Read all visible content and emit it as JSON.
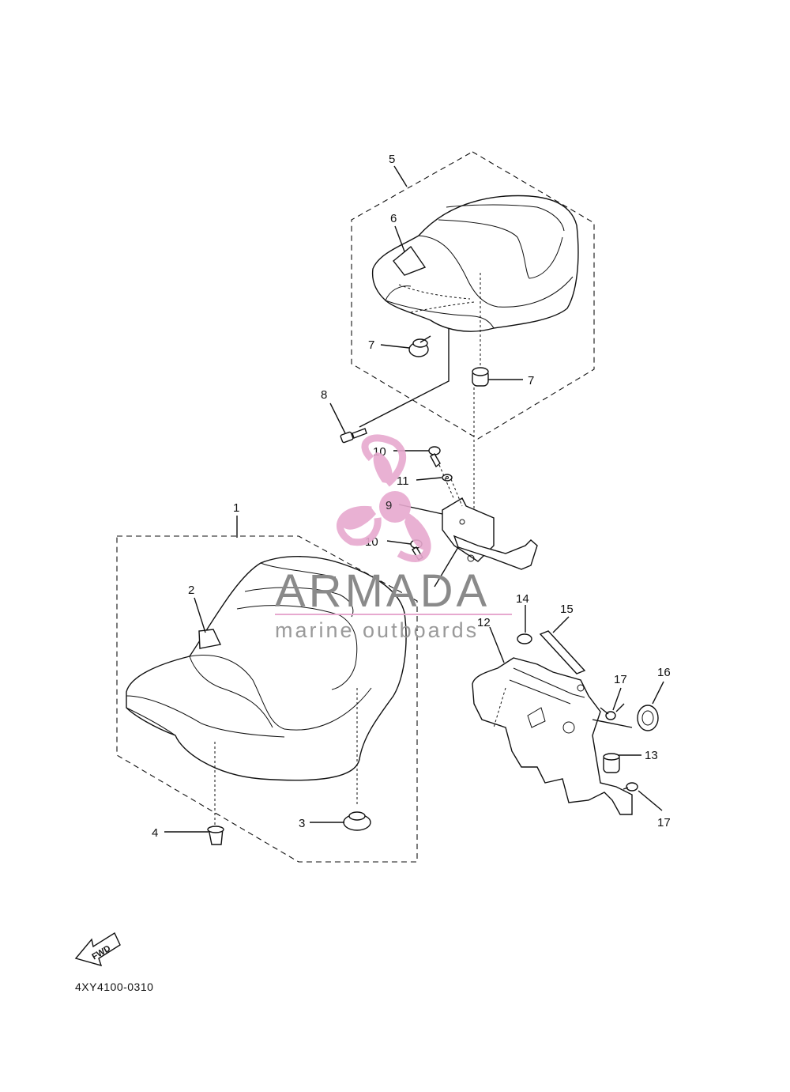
{
  "diagram": {
    "part_code": "4XY4100-0310",
    "fwd_label": "FWD",
    "callouts": {
      "c1": "1",
      "c2": "2",
      "c3": "3",
      "c4": "4",
      "c5": "5",
      "c6": "6",
      "c7a": "7",
      "c7b": "7",
      "c8": "8",
      "c9": "9",
      "c10a": "10",
      "c10b": "10",
      "c11": "11",
      "c12": "12",
      "c13": "13",
      "c14": "14",
      "c15": "15",
      "c16": "16",
      "c17a": "17",
      "c17b": "17"
    }
  },
  "watermark": {
    "brand": "ARMADA",
    "tagline": "marine outboards",
    "accent_color": "#e7a9cf"
  }
}
